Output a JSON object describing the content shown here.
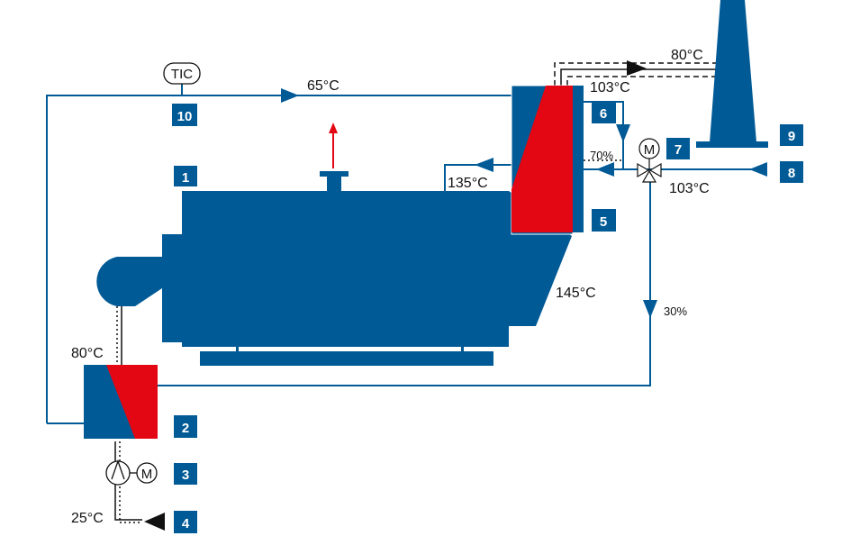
{
  "colors": {
    "blue": "#005a96",
    "red": "#e30613",
    "dark": "#111111",
    "white": "#ffffff"
  },
  "instruments": {
    "tic": "TIC",
    "motor_valve": "M",
    "motor_pump": "M"
  },
  "temperatures": {
    "t_65": "65°C",
    "t_80_top": "80°C",
    "t_103_top": "103°C",
    "t_135": "135°C",
    "t_145": "145°C",
    "t_103_right": "103°C",
    "t_80_left": "80°C",
    "t_25": "25°C"
  },
  "percentages": {
    "p_70": "70%",
    "p_30": "30%"
  },
  "markers": [
    "1",
    "2",
    "3",
    "4",
    "5",
    "6",
    "7",
    "8",
    "9",
    "10"
  ]
}
